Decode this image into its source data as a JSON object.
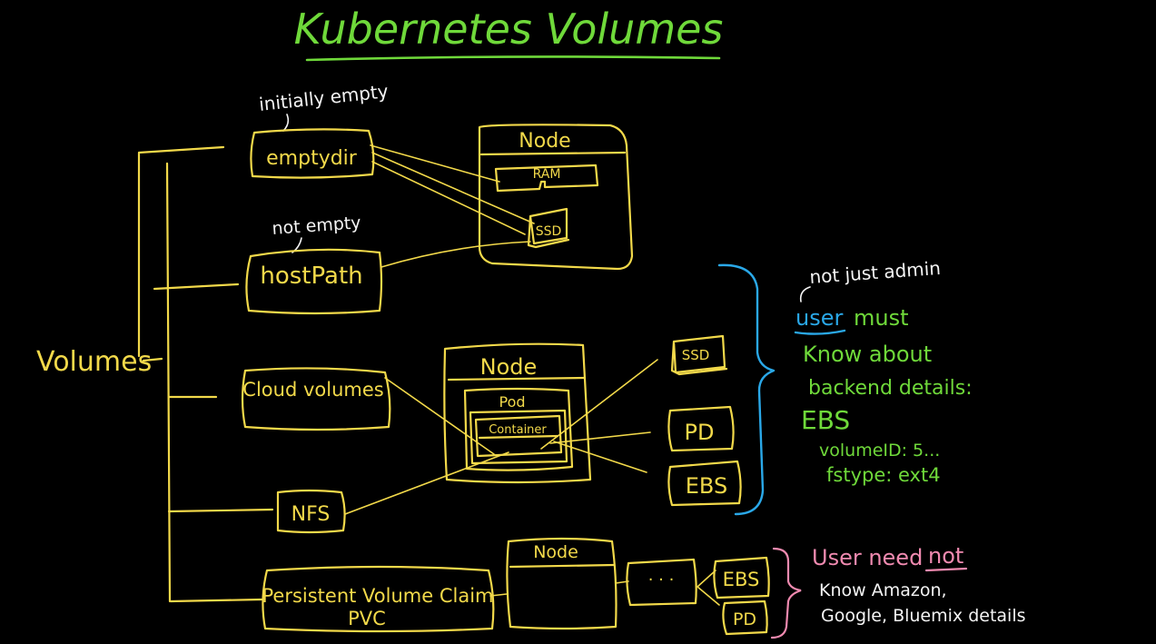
{
  "title": "Kubernetes Volumes",
  "root_label": "Volumes",
  "volume_types": {
    "emptydir": "emptydir",
    "emptydir_note": "initially empty",
    "hostpath": "hostPath",
    "hostpath_note": "not empty",
    "cloud": "Cloud volumes",
    "nfs": "NFS",
    "pvc_line1": "Persistent Volume Claim",
    "pvc_line2": "PVC"
  },
  "node_top": {
    "label": "Node",
    "ram": "RAM",
    "ssd": "SSD"
  },
  "node_mid": {
    "label": "Node",
    "pod": "Pod",
    "container": "Container"
  },
  "backends_mid": {
    "ssd": "SSD",
    "pd": "PD",
    "ebs": "EBS"
  },
  "node_bottom": {
    "label": "Node",
    "ellipsis": "· · ·",
    "ebs": "EBS",
    "pd": "PD"
  },
  "annotation_cloud": {
    "note": "not just admin",
    "line1_underlined": "user",
    "line1_rest": "must",
    "line2": "Know about",
    "line3": "backend details:",
    "ebs": "EBS",
    "volume_id": "volumeID: 5...",
    "fstype": "fstype: ext4"
  },
  "annotation_pvc": {
    "line1_start": "User need",
    "line1_underlined": "not",
    "line2": "Know Amazon,",
    "line3": "Google, Bluemix details"
  },
  "colors": {
    "background": "#000000",
    "title": "#6fd93a",
    "diagram": "#f2d94a",
    "notes": "#f4f4f4",
    "cloud_brace": "#2aa8e8",
    "pvc_brace": "#f08ab0"
  }
}
